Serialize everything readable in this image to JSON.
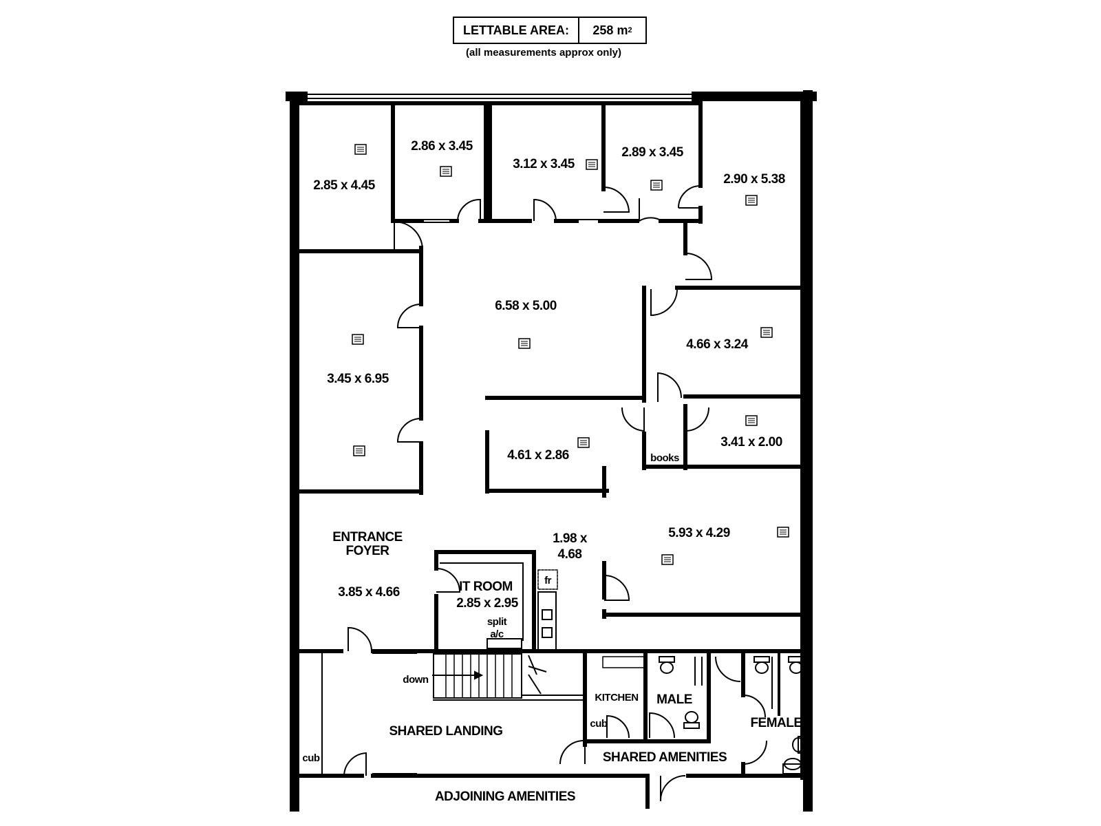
{
  "header": {
    "label": "LETTABLE AREA:",
    "area_value": "258 m",
    "area_sup": "2",
    "note": "(all measurements approx only)"
  },
  "rooms": {
    "r1": "2.85 x 4.45",
    "r2": "2.86 x 3.45",
    "r3": "3.12 x 3.45",
    "r4": "2.89 x 3.45",
    "r5": "2.90 x 5.38",
    "r6": "6.58 x 5.00",
    "r7": "3.45 x 6.95",
    "r8": "4.66 x 3.24",
    "r9": "4.61 x 2.86",
    "r10": "3.41 x 2.00",
    "books": "books",
    "r11": "5.93 x 4.29",
    "foyer_name_1": "ENTRANCE",
    "foyer_name_2": "FOYER",
    "foyer_dims": "3.85 x 4.66",
    "corridor_1": "1.98 x",
    "corridor_2": "4.68",
    "fr": "fr",
    "it_name": "IT ROOM",
    "it_dims": "2.85 x 2.95",
    "split_1": "split",
    "split_2": "a/c",
    "down": "down",
    "shared_landing": "SHARED LANDING",
    "cub_left": "cub",
    "kitchen": "KITCHEN",
    "cub_kitchen": "cub",
    "male": "MALE",
    "female": "FEMALE",
    "shared_amenities": "SHARED AMENITIES",
    "adjoining_amenities": "ADJOINING AMENITIES"
  }
}
